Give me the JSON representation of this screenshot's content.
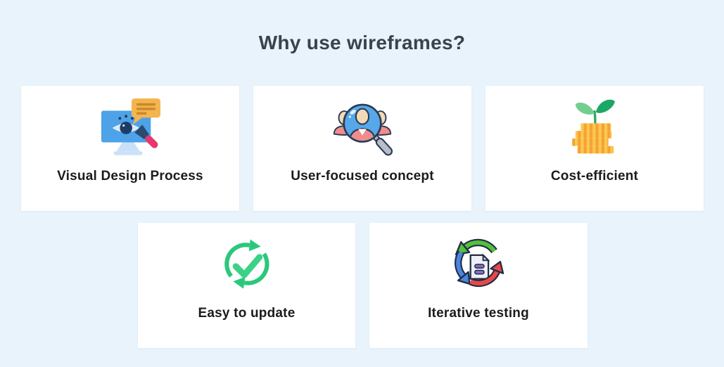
{
  "colors": {
    "background": "#e8f3fb",
    "card": "#ffffff",
    "title_text": "#39434e",
    "label_text": "#1b1b19",
    "accent_blue": "#4da2e8",
    "accent_orange": "#f5b54e",
    "accent_pink": "#e7386e",
    "accent_green": "#2bc87c",
    "accent_coin_orange": "#f6a234",
    "accent_coin_yellow": "#fcc84f",
    "cycle_green": "#52c13c",
    "cycle_blue": "#4a86e0",
    "cycle_red": "#e84848",
    "doc_purple": "#8a6ccb"
  },
  "header": {
    "title": "Why use wireframes?"
  },
  "cards": [
    {
      "id": "visual-design-process",
      "label": "Visual Design Process",
      "icon": "monitor-eye-magnifier-icon"
    },
    {
      "id": "user-focused-concept",
      "label": "User-focused concept",
      "icon": "magnifier-people-icon"
    },
    {
      "id": "cost-efficient",
      "label": "Cost-efficient",
      "icon": "coins-sprout-icon"
    },
    {
      "id": "easy-to-update",
      "label": "Easy to update",
      "icon": "refresh-check-icon"
    },
    {
      "id": "iterative-testing",
      "label": "Iterative testing",
      "icon": "cycle-document-icon"
    }
  ]
}
